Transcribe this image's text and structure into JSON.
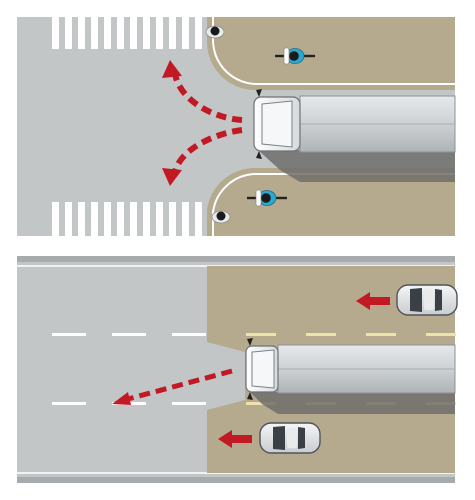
{
  "diagram": {
    "panels": [
      {
        "scene": "truck-turning-at-intersection",
        "pedestrians": 2,
        "cyclists": 2,
        "turn_arrows": [
          "left-turn",
          "right-turn"
        ]
      },
      {
        "scene": "truck-crossing-lanes",
        "cars": 2,
        "arrows": [
          "car-direction",
          "car-direction",
          "truck-path"
        ]
      }
    ],
    "colors": {
      "road": "#c2c6c7",
      "sidewalk": "#b5aa8e",
      "curb": "#ffffff",
      "crosswalk": "#ffffff",
      "arrow": "#c21a24",
      "lane_yellow": "#efe3ab",
      "truck_body": "#cfd3d6",
      "cab": "#eceef0",
      "shadow": "#6f6f6b",
      "cyclist_shirt": "#2aa8cf"
    },
    "icons": [
      "truck-icon",
      "cyclist-icon",
      "pedestrian-icon",
      "car-icon",
      "arrow-icon"
    ]
  }
}
